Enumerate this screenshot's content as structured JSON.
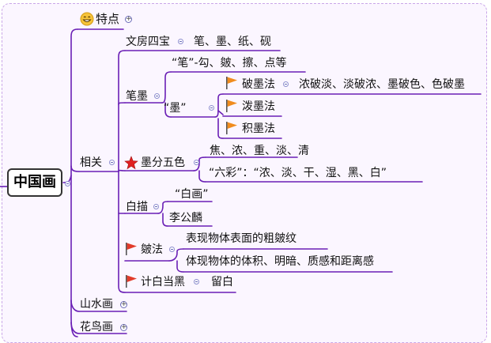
{
  "root": {
    "label": "中国画"
  },
  "branches": {
    "tedian": {
      "label": "特点",
      "icon": "smiley-icon"
    },
    "xiangguan": {
      "label": "相关"
    },
    "shanshui": {
      "label": "山水画"
    },
    "huaniao": {
      "label": "花鸟画"
    }
  },
  "xiangguan": {
    "wenfang": {
      "label": "文房四宝",
      "value": "笔、墨、纸、砚"
    },
    "bimo": {
      "label": "笔墨",
      "bi": "“笔”-勾、皴、擦、点等",
      "mo": {
        "label": "“墨”",
        "items": [
          {
            "label": "破墨法",
            "value": "浓破淡、淡破浓、墨破色、色破墨",
            "icon": "orange-flag-icon"
          },
          {
            "label": "泼墨法",
            "icon": "orange-flag-icon"
          },
          {
            "label": "积墨法",
            "icon": "orange-flag-icon"
          }
        ]
      }
    },
    "mofen": {
      "label": "墨分五色",
      "icon": "red-star-icon",
      "items": [
        "焦、浓、重、淡、清",
        "“六彩”：“浓、淡、干、湿、黑、白”"
      ]
    },
    "baimiao": {
      "label": "白描",
      "items": [
        "“白画”",
        "李公麟"
      ]
    },
    "cunfa": {
      "label": "皴法",
      "icon": "red-flag-icon",
      "items": [
        "表现物体表面的粗皴纹",
        "体现物体的体积、明暗、质感和距离感"
      ]
    },
    "jibai": {
      "label": "计白当黑",
      "icon": "red-flag-icon",
      "value": "留白"
    }
  },
  "colors": {
    "line": "#6a1fb5",
    "flag_orange": "#f08c1e",
    "flag_red": "#e23b2a",
    "star": "#e02020"
  }
}
